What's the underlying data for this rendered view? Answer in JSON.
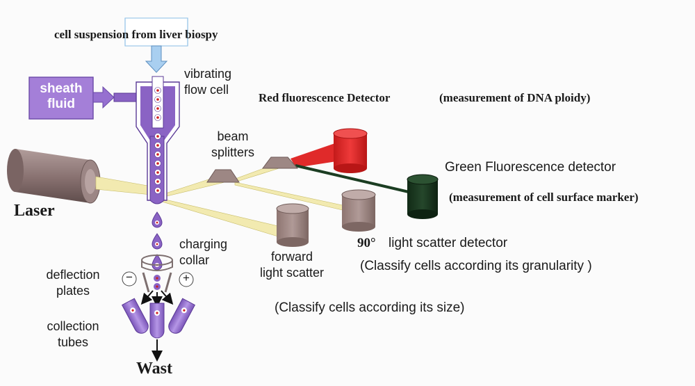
{
  "labels": {
    "cell_suspension": "cell suspension from liver biospy",
    "sheath_fluid_1": "sheath",
    "sheath_fluid_2": "fluid",
    "vibrating_1": "vibrating",
    "vibrating_2": "flow cell",
    "red_detector": "Red fluorescence Detector",
    "red_measure": "(measurement of DNA ploidy)",
    "beam_1": "beam",
    "beam_2": "splitters",
    "green_detector": "Green Fluorescence detector",
    "green_measure": "(measurement of cell surface marker)",
    "laser": "Laser",
    "charging_1": "charging",
    "charging_2": "collar",
    "forward_1": "forward",
    "forward_2": "light scatter",
    "side_deg": "90°",
    "side_detector": "light scatter detector",
    "granularity": "(Classify cells according its granularity )",
    "deflection_1": "deflection",
    "deflection_2": "plates",
    "size": "(Classify cells according its size)",
    "collection_1": "collection",
    "collection_2": "tubes",
    "waste": "Wast",
    "minus": "−",
    "plus": "+"
  },
  "colors": {
    "purple": "#8a63c4",
    "purple_dark": "#5b3a96",
    "sheath_box": "#a47fd8",
    "red_detector": "#e02a2a",
    "green_detector": "#1b3d22",
    "gray_detector": "#a38b87",
    "laser_body": "#8a7574",
    "beam_yellow": "#f2eab0",
    "arrow_blue": "#9cc7ea"
  }
}
